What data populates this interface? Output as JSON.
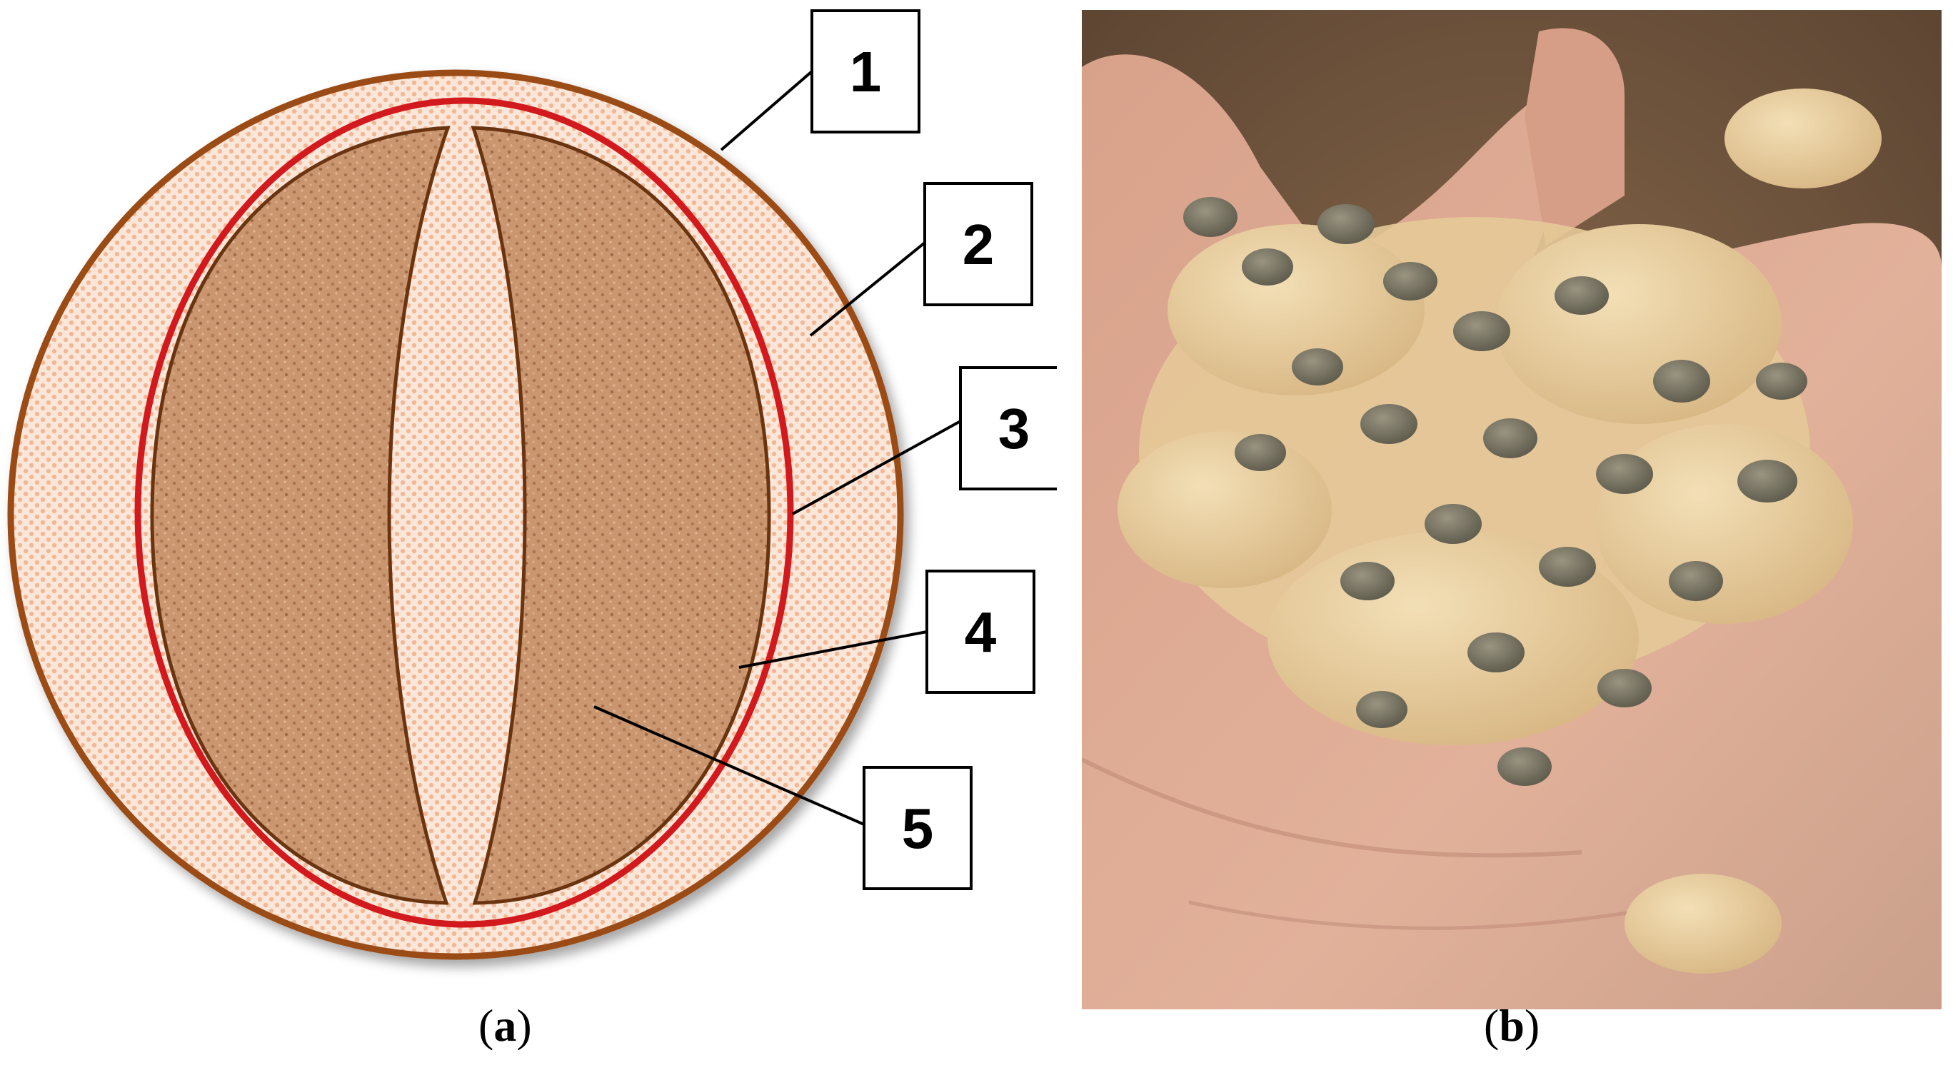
{
  "panel_a": {
    "callouts": [
      {
        "label": "1",
        "target": "outer-skin"
      },
      {
        "label": "2",
        "target": "pulp"
      },
      {
        "label": "3",
        "target": "parchment"
      },
      {
        "label": "4",
        "target": "silver-skin"
      },
      {
        "label": "5",
        "target": "bean"
      }
    ],
    "caption": "a",
    "colors": {
      "outer_skin": "#9b4b12",
      "pulp": "#f6d2bb",
      "parchment": "#d2191d",
      "bean": "#c8946a",
      "bean_outline": "#6b3410"
    }
  },
  "panel_b": {
    "caption": "b",
    "subject": "hand-holding-coffee-beans-and-parchment-photo"
  }
}
